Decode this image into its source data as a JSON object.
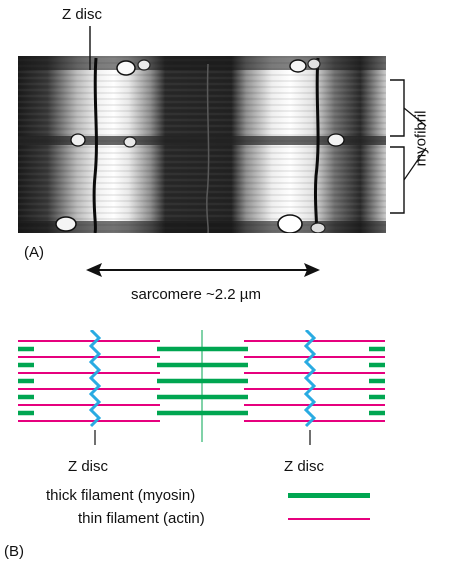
{
  "panel_a": {
    "z_disc_label": "Z disc",
    "myofibril_label": "myofibril",
    "panel_label": "(A)",
    "sarcomere_label": "sarcomere ~2.2 µm"
  },
  "panel_b": {
    "z_disc_labels": [
      "Z disc",
      "Z disc"
    ],
    "legend": [
      {
        "label": "thick filament (myosin)",
        "color": "#00a651"
      },
      {
        "label": "thin filament (actin)",
        "color": "#e6007e"
      }
    ],
    "z_disc_color": "#29abe2",
    "panel_label": "(B)"
  }
}
